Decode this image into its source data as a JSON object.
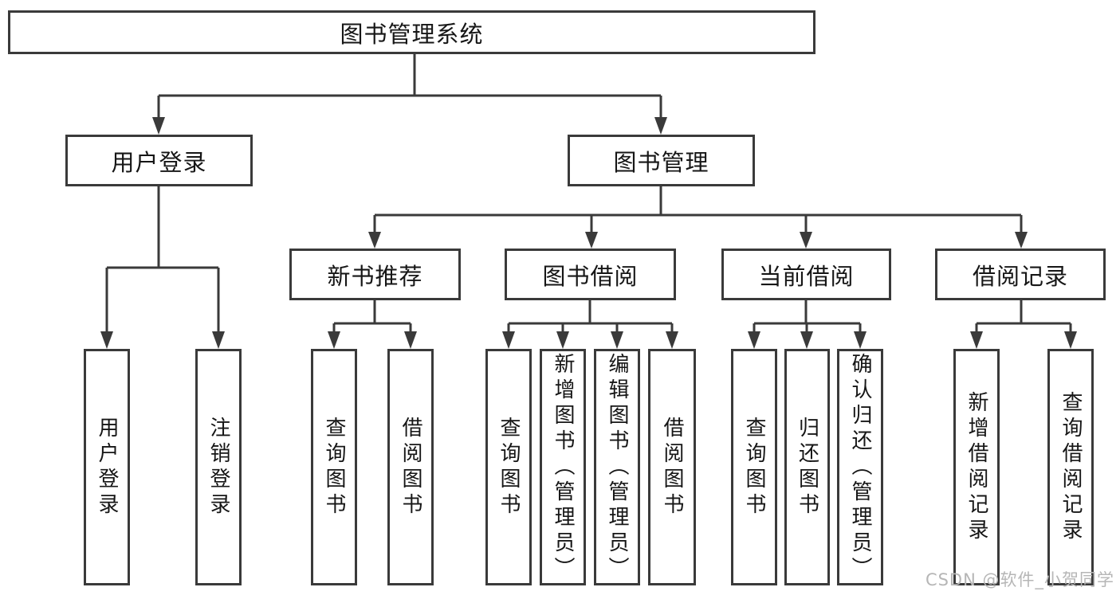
{
  "diagram_title": "图书管理系统",
  "tree": {
    "label": "图书管理系统",
    "children": [
      {
        "label": "用户登录",
        "children": [
          {
            "label": "用户登录"
          },
          {
            "label": "注销登录"
          }
        ]
      },
      {
        "label": "图书管理",
        "children": [
          {
            "label": "新书推荐",
            "children": [
              {
                "label": "查询图书"
              },
              {
                "label": "借阅图书"
              }
            ]
          },
          {
            "label": "图书借阅",
            "children": [
              {
                "label": "查询图书"
              },
              {
                "label": "新增图书（管理员）"
              },
              {
                "label": "编辑图书（管理员）"
              },
              {
                "label": "借阅图书"
              }
            ]
          },
          {
            "label": "当前借阅",
            "children": [
              {
                "label": "查询图书"
              },
              {
                "label": "归还图书"
              },
              {
                "label": "确认归还（管理员）"
              }
            ]
          },
          {
            "label": "借阅记录",
            "children": [
              {
                "label": "新增借阅记录"
              },
              {
                "label": "查询借阅记录"
              }
            ]
          }
        ]
      }
    ]
  },
  "watermark": {
    "text": "CSDN @软件_小贺同学"
  },
  "colors": {
    "line": "#3a3a3a",
    "text": "#161616",
    "box_background": "#ffffff",
    "page_background": "#ffffff",
    "watermark": "#b6b6b6"
  }
}
